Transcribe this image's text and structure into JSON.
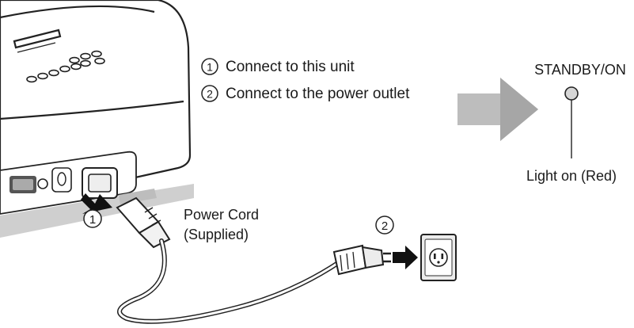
{
  "steps": [
    {
      "number": "1",
      "text": "Connect to this unit"
    },
    {
      "number": "2",
      "text": "Connect to the power outlet"
    }
  ],
  "indicator": {
    "label": "STANDBY/ON",
    "status": "Light on (Red)"
  },
  "cord": {
    "label_line1": "Power Cord",
    "label_line2": "(Supplied)"
  },
  "callouts": {
    "unit": "1",
    "outlet": "2"
  },
  "colors": {
    "line": "#222222",
    "unit_fill": "#ffffff",
    "shade": "#d9d9d9",
    "arrow_gray": "#b5b5b5"
  }
}
